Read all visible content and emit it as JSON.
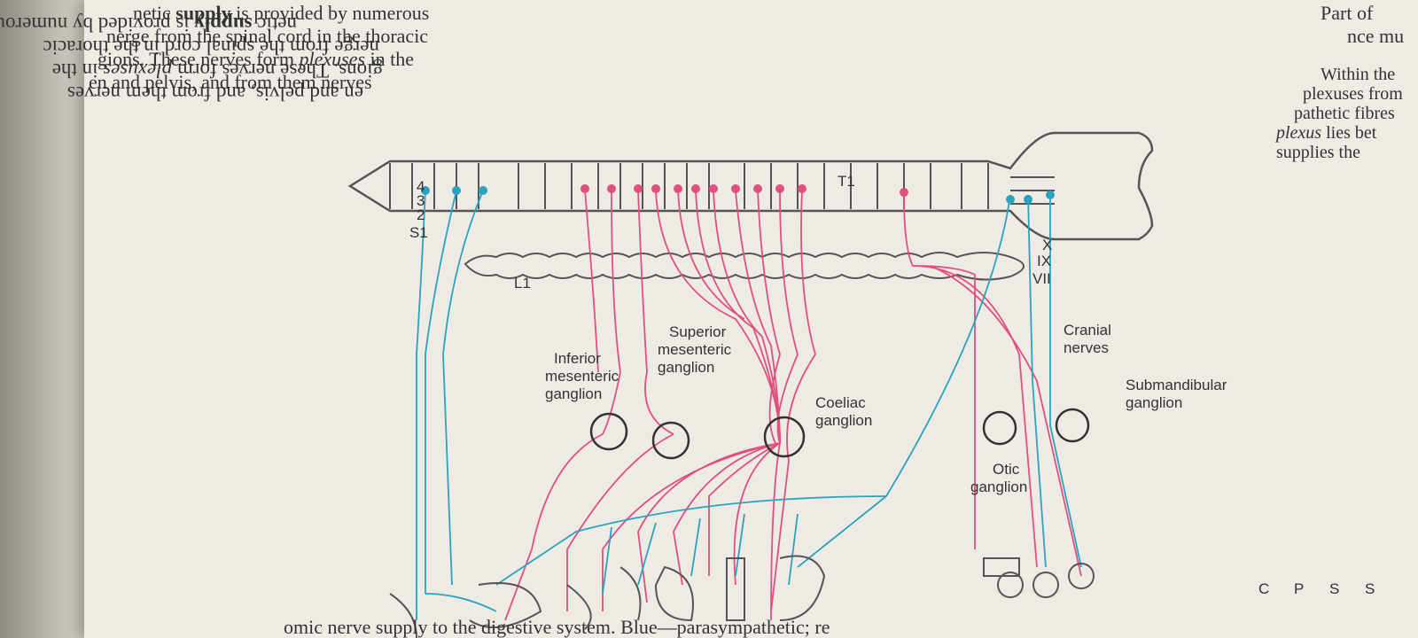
{
  "page": {
    "top_right_fragment_1": "Part of",
    "top_right_fragment_2": "nce mu"
  },
  "body_text": {
    "line_1_prefix": "netic ",
    "line_1_bold": "supply",
    "line_1_rest": " is provided by numerous",
    "line_2": "nerge from the spinal cord in the thoracic",
    "line_3_a": "gions. These nerves form ",
    "line_3_italic": "plexuses",
    "line_3_b": " in the",
    "line_4": "en and pelvis, and from them nerves"
  },
  "side_text": {
    "line_1": "Within the",
    "line_2": "plexuses from",
    "line_3": "pathetic fibres",
    "line_4_italic": "plexus",
    "line_4_rest": " lies bet",
    "line_5": "supplies the"
  },
  "caption": {
    "text_before": "omic nerve supply to the digestive system. ",
    "text_after": "Blue—parasympathetic; re"
  },
  "diagram_labels": {
    "t1": "T1",
    "l1": "L1",
    "s1": "S1",
    "s2": "2",
    "s3": "3",
    "s4": "4",
    "vii": "VII",
    "ix": "IX",
    "x": "X",
    "cranial_1": "Cranial",
    "cranial_2": "nerves",
    "submandibular_1": "Submandibular",
    "submandibular_2": "ganglion",
    "otic_1": "Otic",
    "otic_2": "ganglion",
    "coeliac_1": "Coeliac",
    "coeliac_2": "ganglion",
    "sup_mes_1": "Superior",
    "sup_mes_2": "mesenteric",
    "sup_mes_3": "ganglion",
    "inf_mes_1": "Inferior",
    "inf_mes_2": "mesenteric",
    "inf_mes_3": "ganglion",
    "organ_label_1": "S",
    "organ_label_2": "S",
    "organ_label_3": "P",
    "organ_label_4": "C"
  },
  "colors": {
    "sympathetic": "#e0507e",
    "parasympathetic": "#2aa3c0",
    "outline": "#555555",
    "paper": "#eeebe4"
  }
}
